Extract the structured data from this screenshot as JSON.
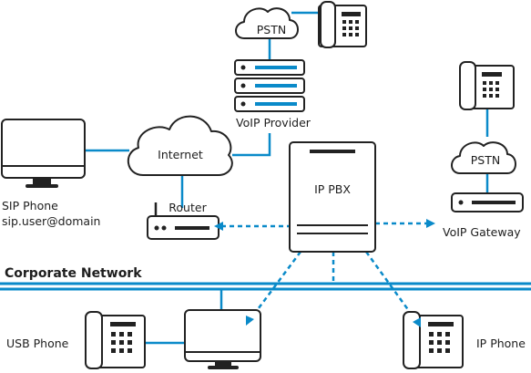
{
  "nodes": {
    "pstn_top": "PSTN",
    "voip_provider": "VoIP Provider",
    "internet": "Internet",
    "sip_phone_label": "SIP Phone",
    "sip_phone_address": "sip.user@domain",
    "router": "Router",
    "ip_pbx": "IP PBX",
    "pstn_right": "PSTN",
    "voip_gateway": "VoIP Gateway",
    "usb_phone": "USB Phone",
    "ip_phone": "IP Phone"
  },
  "network": {
    "corporate": "Corporate Network"
  },
  "colors": {
    "link": "#0a8ac9",
    "outline": "#222222",
    "background": "#ffffff"
  }
}
